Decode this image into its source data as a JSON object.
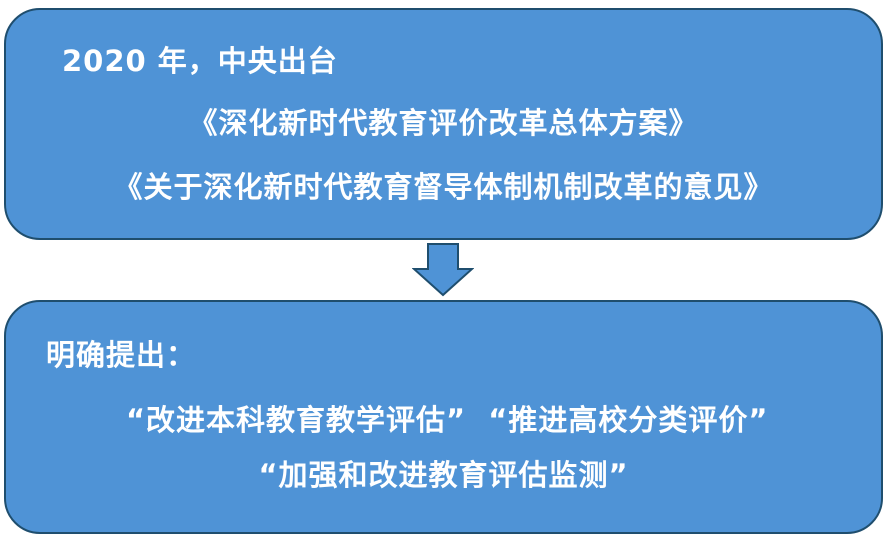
{
  "box1": {
    "line1": "2020 年，中央出台",
    "line2": "《深化新时代教育评价改革总体方案》",
    "line3": "《关于深化新时代教育督导体制机制改革的意见》"
  },
  "arrow": {
    "icon": "down-arrow-icon"
  },
  "box2": {
    "line1": "明确提出：",
    "line2": "“改进本科教育教学评估”  “推进高校分类评价”",
    "line3": "“加强和改进教育评估监测”"
  },
  "colors": {
    "fill": "#4f93d6",
    "border": "#1f4e6e",
    "text": "#ffffff"
  }
}
